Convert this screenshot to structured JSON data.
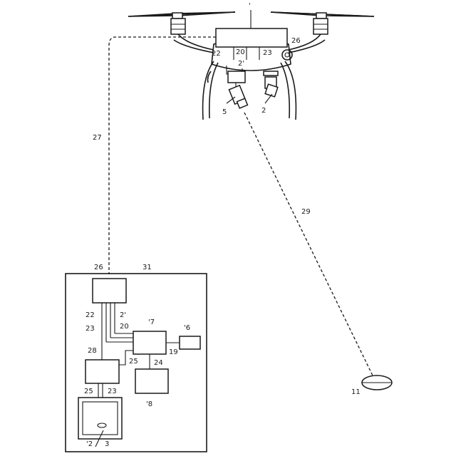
{
  "labels": {
    "top": "'",
    "l26_drone": "26",
    "l22_drone": "22",
    "l20_drone": "20",
    "l23_drone": "23",
    "l21_drone": "2'",
    "l5": "5",
    "l2": "2",
    "l27": "27",
    "l29": "29",
    "l31": "31",
    "l26_ground": "26",
    "l22_ground": "22",
    "l21_ground": "2'",
    "l23_ground": "23",
    "l20_ground": "20",
    "l17": "'7",
    "l16": "'6",
    "l19": "19",
    "l28": "28",
    "l25a": "25",
    "l24": "24",
    "l25b": "25",
    "l23b": "23",
    "l18": "'8",
    "l12": "'2",
    "l3": "3",
    "l11": "11"
  }
}
